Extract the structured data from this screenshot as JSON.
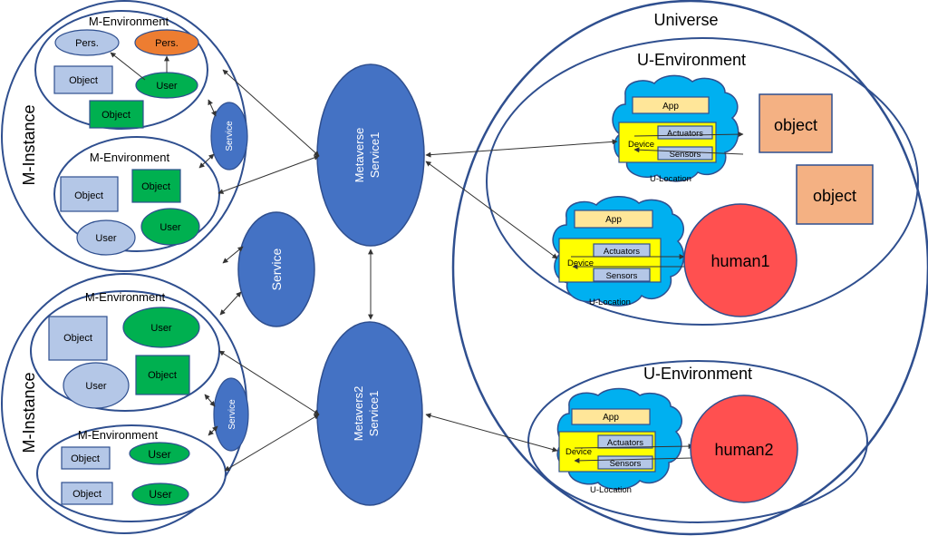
{
  "m_instance_label": "M-Instance",
  "m_environment_label": "M-Environment",
  "service_label": "Service",
  "metaverse1_lines": [
    "Metaverse",
    "Service1"
  ],
  "metaverse2_lines": [
    "Metavers2",
    "Service1"
  ],
  "universe_label": "Universe",
  "u_environment_label": "U-Environment",
  "app_label": "App",
  "device_label": "Device",
  "actuators_label": "Actuators",
  "sensors_label": "Sensors",
  "u_location_label": "U-Location",
  "object_label": "Object",
  "user_label": "User",
  "pers_label": "Pers.",
  "u_object_label": "object",
  "human1_label": "human1",
  "human2_label": "human2",
  "colors": {
    "m_object_fill": "#b4c7e7",
    "m_user_fill": "#00b050",
    "m_object_dark_fill": "#00b050",
    "pers_orange": "#ed7d31",
    "service_fill": "#4472c4",
    "cloud_fill": "#00b0f0",
    "app_fill": "#ffe699",
    "device_fill": "#ffff00",
    "u_object_fill": "#f4b183",
    "human_fill": "#ff5050",
    "outline": "#2f4f8f"
  }
}
